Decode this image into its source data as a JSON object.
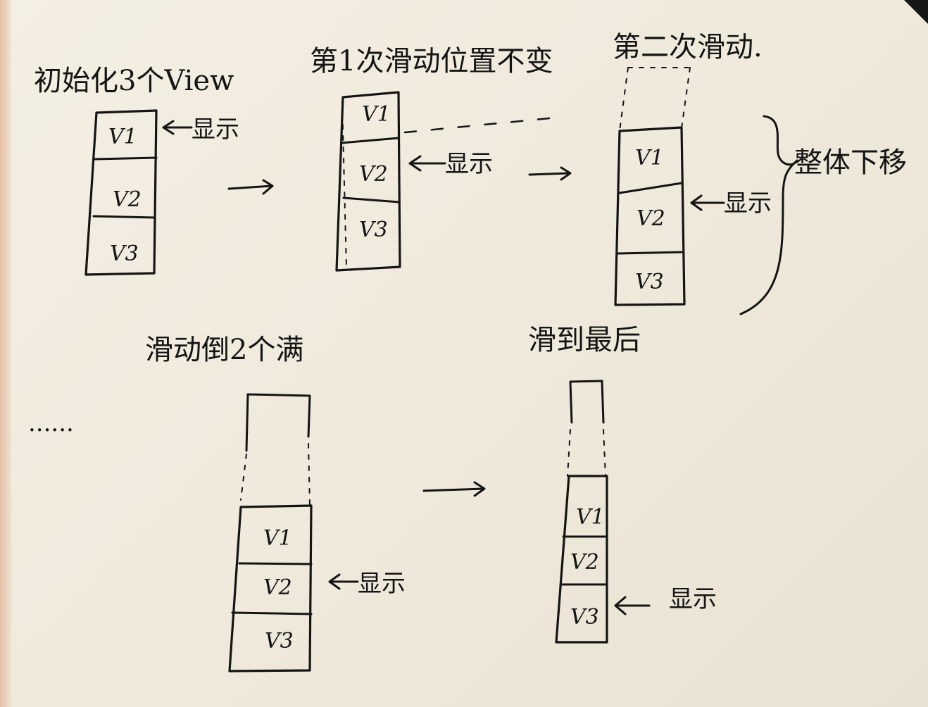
{
  "panels": {
    "initial": {
      "title": "初始化3个View",
      "cells": [
        "V1",
        "V2",
        "V3"
      ],
      "show_label": "显示"
    },
    "first_scroll": {
      "title": "第1次滑动位置不变",
      "cells": [
        "V1",
        "V2",
        "V3"
      ],
      "show_label": "显示"
    },
    "second_scroll": {
      "title": "第二次滑动.",
      "cells": [
        "V1",
        "V2",
        "V3"
      ],
      "show_label": "显示",
      "brace_label": "整体下移"
    },
    "nth_scroll": {
      "title": "滑动倒2个满",
      "cells": [
        "V1",
        "V2",
        "V3"
      ],
      "show_label": "显示"
    },
    "last_scroll": {
      "title": "滑到最后",
      "cells": [
        "V1",
        "V2",
        "V3"
      ],
      "show_label": "显示"
    }
  },
  "ellipsis": "......",
  "colors": {
    "paper": "#f1ecdf",
    "ink": "#141414"
  }
}
